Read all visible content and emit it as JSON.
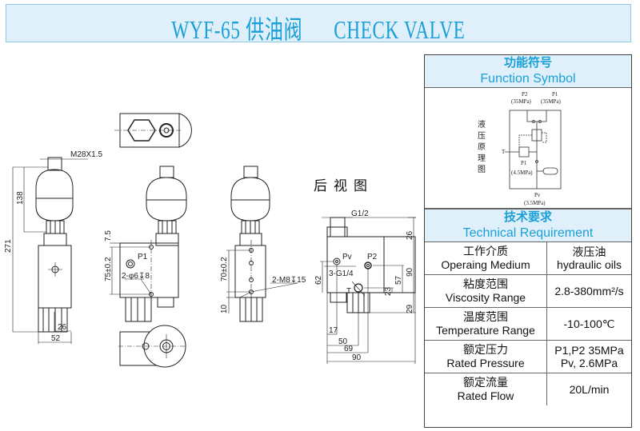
{
  "header": {
    "title": "WYF-65 供油阀      CHECK VALVE",
    "model": "WYF-65",
    "name_cn": "供油阀",
    "name_en": "CHECK VALVE"
  },
  "drawing": {
    "rear_view_label": "后视图",
    "dimensions": {
      "thread_top": "M28X1.5",
      "height_total": "271",
      "height_accumulator": "138",
      "width_52": "52",
      "width_26": "26",
      "offset_7_5": "7.5",
      "hole_spacing_75": "75±0.2",
      "holes_2_d6": "2-φ6↧8",
      "hole_spacing_70": "70±0.2",
      "bottom_10": "10",
      "holes_2_m8": "2-M8↧15",
      "port_g12": "G1/2",
      "ports_3_g14": "3-G1/4",
      "dim_26": "26",
      "dim_90_v": "90",
      "dim_29": "29",
      "dim_57": "57",
      "dim_23": "23",
      "dim_62": "62",
      "dim_17": "17",
      "dim_50": "50",
      "dim_69": "69",
      "dim_90_h": "90"
    },
    "port_labels": {
      "p1": "P1",
      "pv": "Pv",
      "p2": "P2",
      "t": "T"
    }
  },
  "panel": {
    "function_symbol": {
      "title_cn": "功能符号",
      "title_en": "Function Symbol",
      "side_label": "液压原理图",
      "labels": {
        "p2": "P2",
        "p2_pressure": "(35MPa)",
        "p1_top": "P1",
        "p1_top_pressure": "(35MPa)",
        "t": "T",
        "p1_mid": "P1",
        "p1_mid_pressure": "(4.5MPa)",
        "pv": "Pv",
        "pv_pressure": "(3.5MPa)"
      }
    },
    "technical": {
      "title_cn": "技术要求",
      "title_en": "Technical Requirement",
      "rows": [
        {
          "label_cn": "工作介质",
          "label_en": "Operaing Medium",
          "value1": "液压油",
          "value2": "hydraulic oils"
        },
        {
          "label_cn": "粘度范围",
          "label_en": "Viscosity Range",
          "value1": "2.8-380mm²/s",
          "value2": ""
        },
        {
          "label_cn": "温度范围",
          "label_en": "Temperature Range",
          "value1": "-10-100℃",
          "value2": ""
        },
        {
          "label_cn": "额定压力",
          "label_en": "Rated Pressure",
          "value1": "P1,P2 35MPa",
          "value2": "Pv, 2.6MPa"
        },
        {
          "label_cn": "额定流量",
          "label_en": "Rated Flow",
          "value1": "20L/min",
          "value2": ""
        }
      ]
    }
  }
}
